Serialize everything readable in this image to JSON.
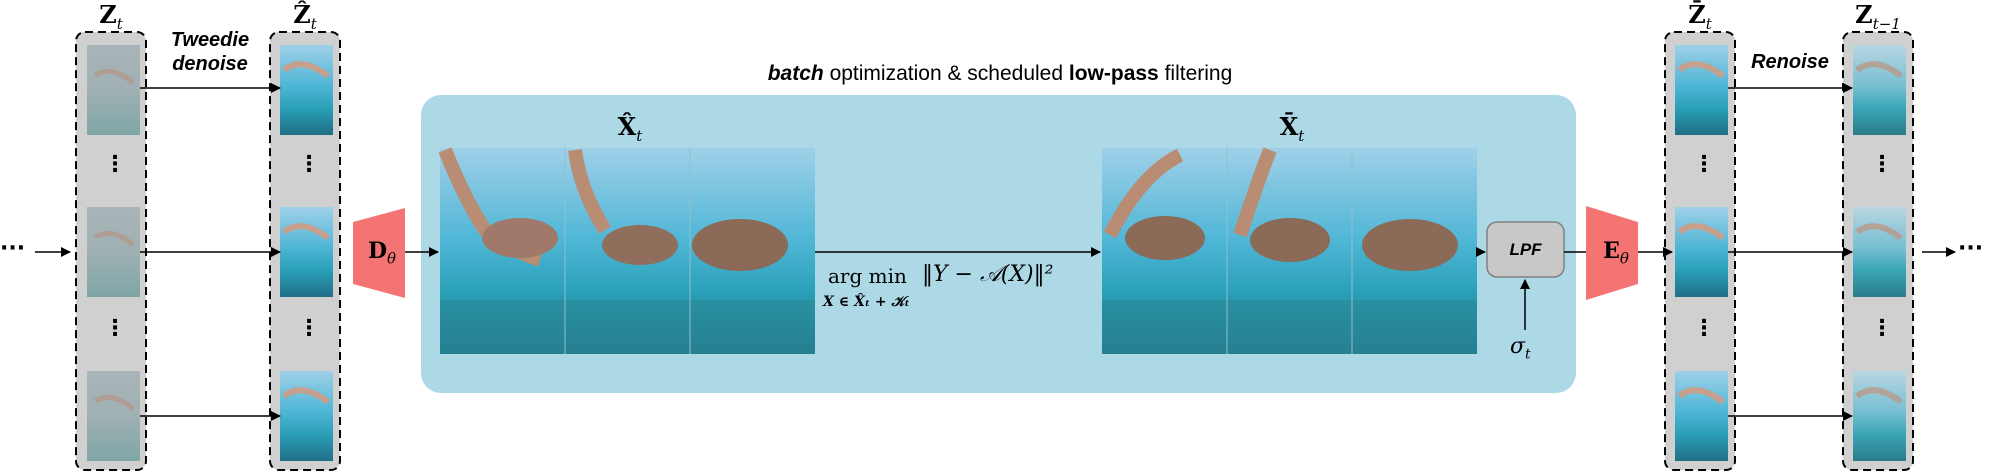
{
  "top_caption": {
    "part1": "batch",
    "part2": " optimization & scheduled ",
    "part3": "low-pass",
    "part4": " filtering"
  },
  "columns": {
    "z_t": {
      "symbol": "Z",
      "sub": "t"
    },
    "z_hat_t": {
      "symbol": "Ẑ",
      "sub": "t"
    },
    "z_bar_t": {
      "symbol": "Z̄",
      "sub": "t"
    },
    "z_t_minus_1": {
      "symbol": "Z",
      "sub": "t−1"
    }
  },
  "step_labels": {
    "tweedie_line1": "Tweedie",
    "tweedie_line2": "denoise",
    "renoise": "Renoise"
  },
  "decoder": {
    "symbol": "D",
    "sub": "θ"
  },
  "encoder": {
    "symbol": "E",
    "sub": "θ"
  },
  "x_hat_label": {
    "symbol": "X̂",
    "sub": "t"
  },
  "x_bar_label": {
    "symbol": "X̄",
    "sub": "t"
  },
  "optimization": {
    "operator": "arg min",
    "objective": "‖Y − 𝒜(X)‖²",
    "constraint": "X ∈ X̂ₜ + 𝒦ₜ"
  },
  "lpf": {
    "label": "LPF",
    "sigma": "σ",
    "sigma_sub": "t"
  },
  "ellipsis": "···",
  "vdots": "⋮",
  "colors": {
    "panel_bg": "#add8e6",
    "column_bg": "#d0d0d0",
    "net_block": "#f47373",
    "lpf_bg": "#c8c8c8"
  }
}
